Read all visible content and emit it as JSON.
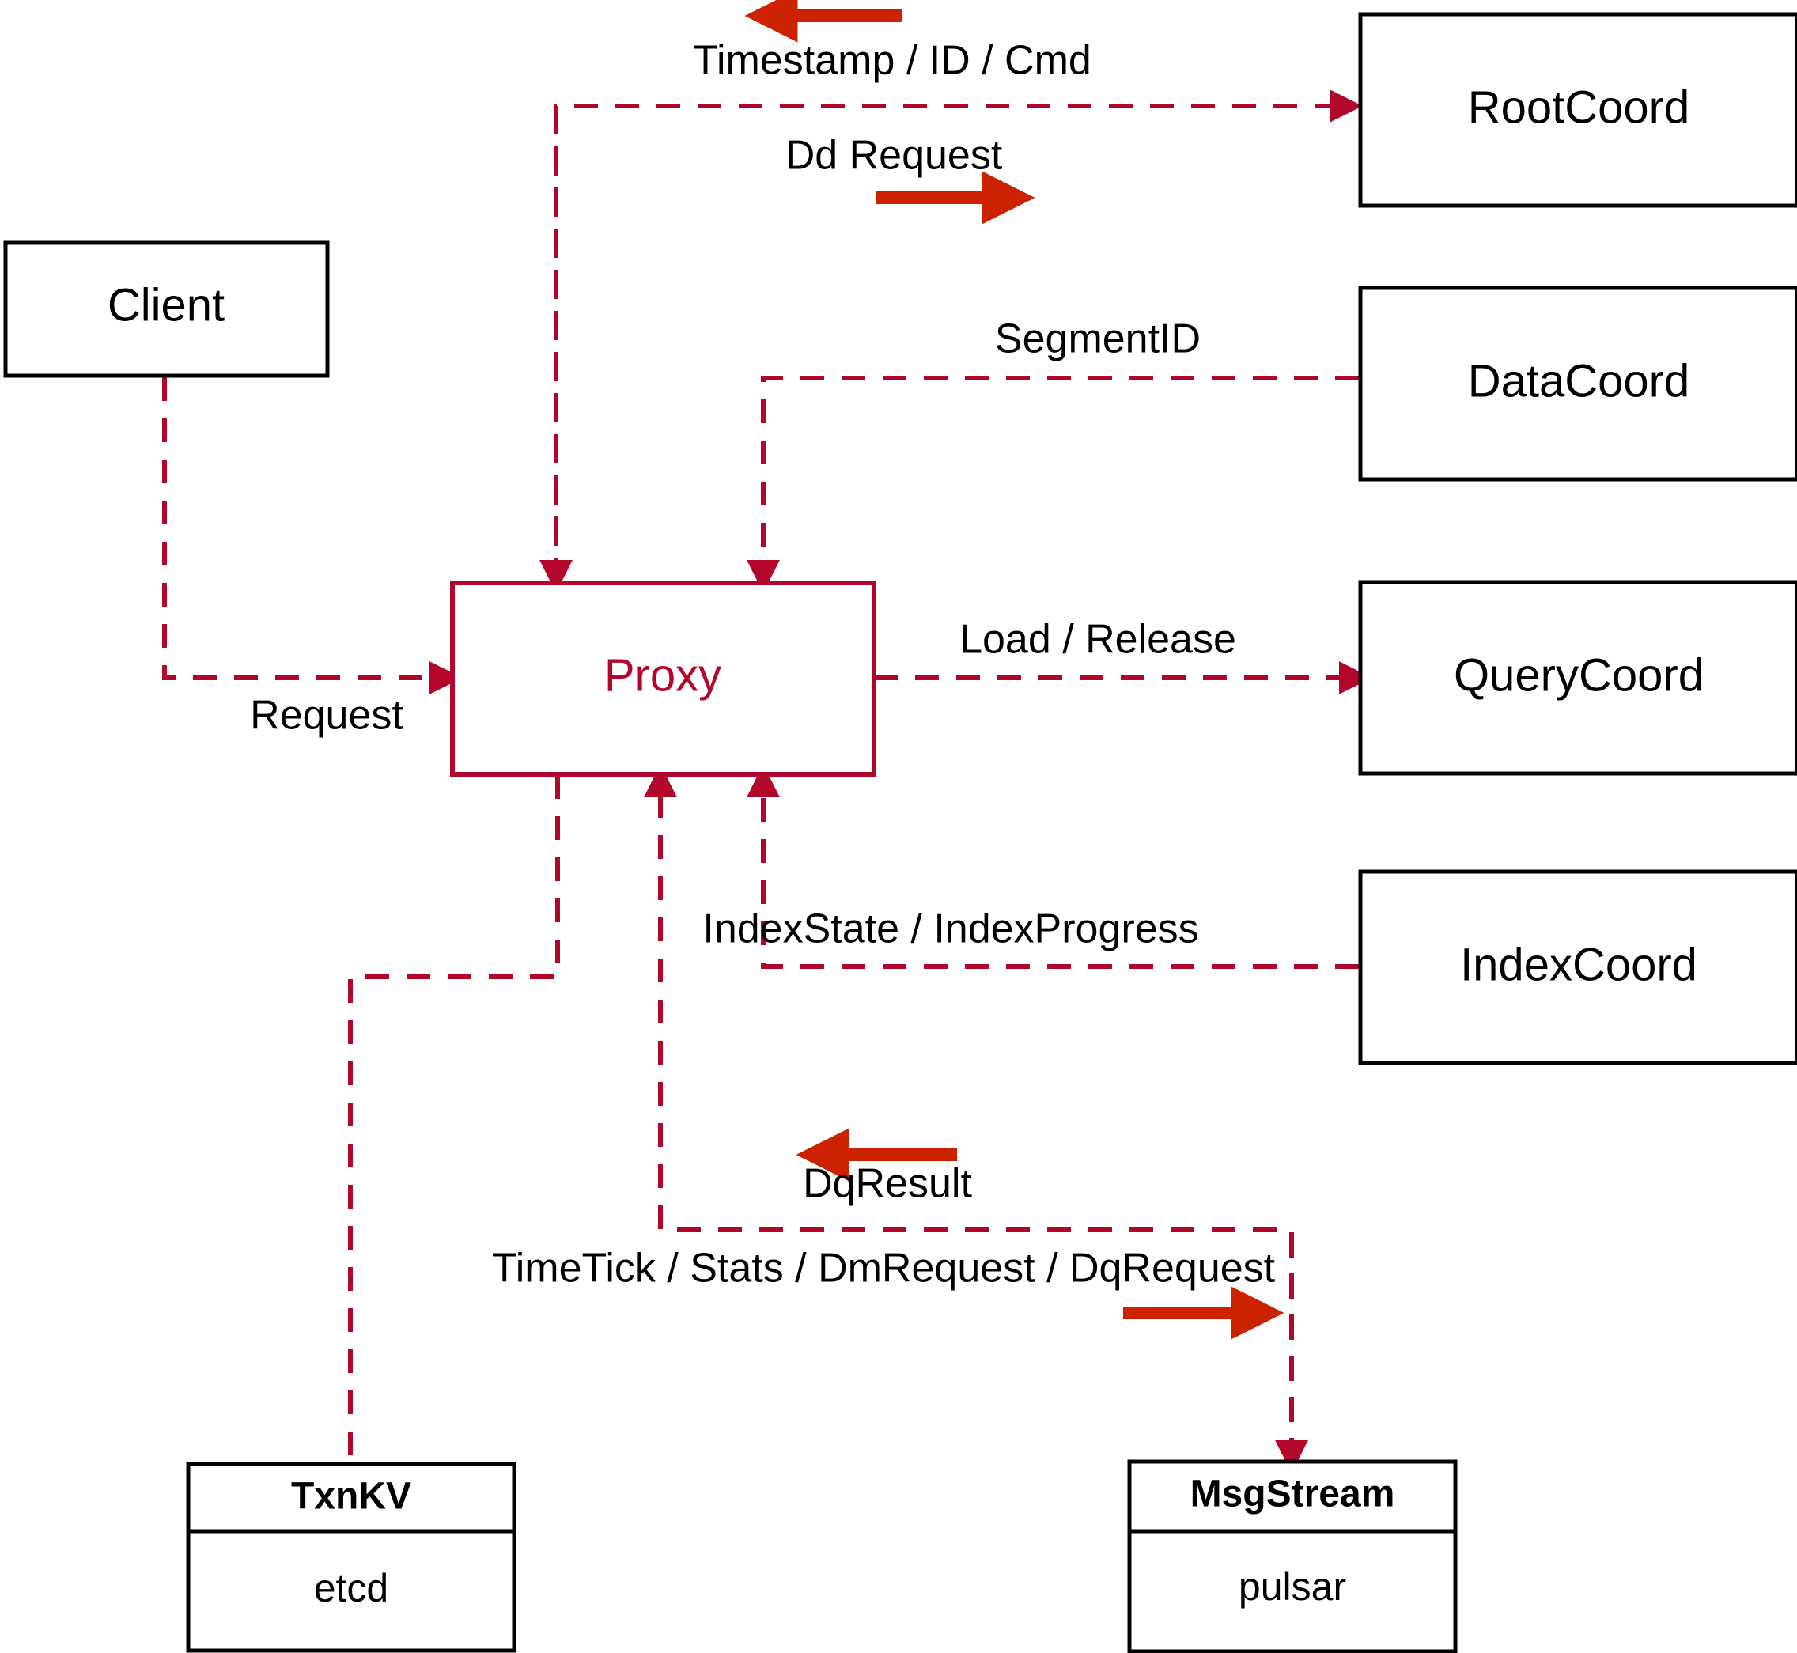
{
  "diagram": {
    "title": "Milvus Proxy interaction diagram",
    "accent_color": "#b2062a",
    "arrow_color": "#cc2200",
    "node_color": "#000000",
    "background": "#ffffff"
  },
  "nodes": {
    "client": {
      "label": "Client"
    },
    "proxy": {
      "label": "Proxy"
    },
    "root_coord": {
      "label": "RootCoord"
    },
    "data_coord": {
      "label": "DataCoord"
    },
    "query_coord": {
      "label": "QueryCoord"
    },
    "index_coord": {
      "label": "IndexCoord"
    },
    "txnkv": {
      "title": "TxnKV",
      "impl": "etcd"
    },
    "msgstream": {
      "title": "MsgStream",
      "impl": "pulsar"
    }
  },
  "edges": [
    {
      "id": "client-request",
      "label": "Request",
      "from": "Client",
      "to": "Proxy",
      "direction": "right"
    },
    {
      "id": "rootcoord-response",
      "label": "Timestamp / ID / Cmd",
      "from": "RootCoord",
      "to": "Proxy",
      "direction": "left"
    },
    {
      "id": "rootcoord-request",
      "label": "Dd Request",
      "from": "Proxy",
      "to": "RootCoord",
      "direction": "right"
    },
    {
      "id": "datacoord-segmentid",
      "label": "SegmentID",
      "from": "DataCoord",
      "to": "Proxy",
      "direction": "left"
    },
    {
      "id": "querycoord-load",
      "label": "Load / Release",
      "from": "Proxy",
      "to": "QueryCoord",
      "direction": "right"
    },
    {
      "id": "indexcoord-state",
      "label": "IndexState / IndexProgress",
      "from": "IndexCoord",
      "to": "Proxy",
      "direction": "left"
    },
    {
      "id": "msgstream-dqresult",
      "label": "DqResult",
      "from": "MsgStream",
      "to": "Proxy",
      "direction": "left"
    },
    {
      "id": "msgstream-requests",
      "label": "TimeTick / Stats / DmRequest / DqRequest",
      "from": "Proxy",
      "to": "MsgStream",
      "direction": "right"
    },
    {
      "id": "txnkv-link",
      "label": "",
      "from": "Proxy",
      "to": "TxnKV",
      "direction": "none"
    }
  ],
  "labels": {
    "timestamp_id_cmd": "Timestamp / ID / Cmd",
    "dd_request": "Dd Request",
    "segment_id": "SegmentID",
    "load_release": "Load / Release",
    "index_state_progress": "IndexState / IndexProgress",
    "request": "Request",
    "dq_result": "DqResult",
    "timetick_stats": "TimeTick / Stats / DmRequest / DqRequest"
  }
}
